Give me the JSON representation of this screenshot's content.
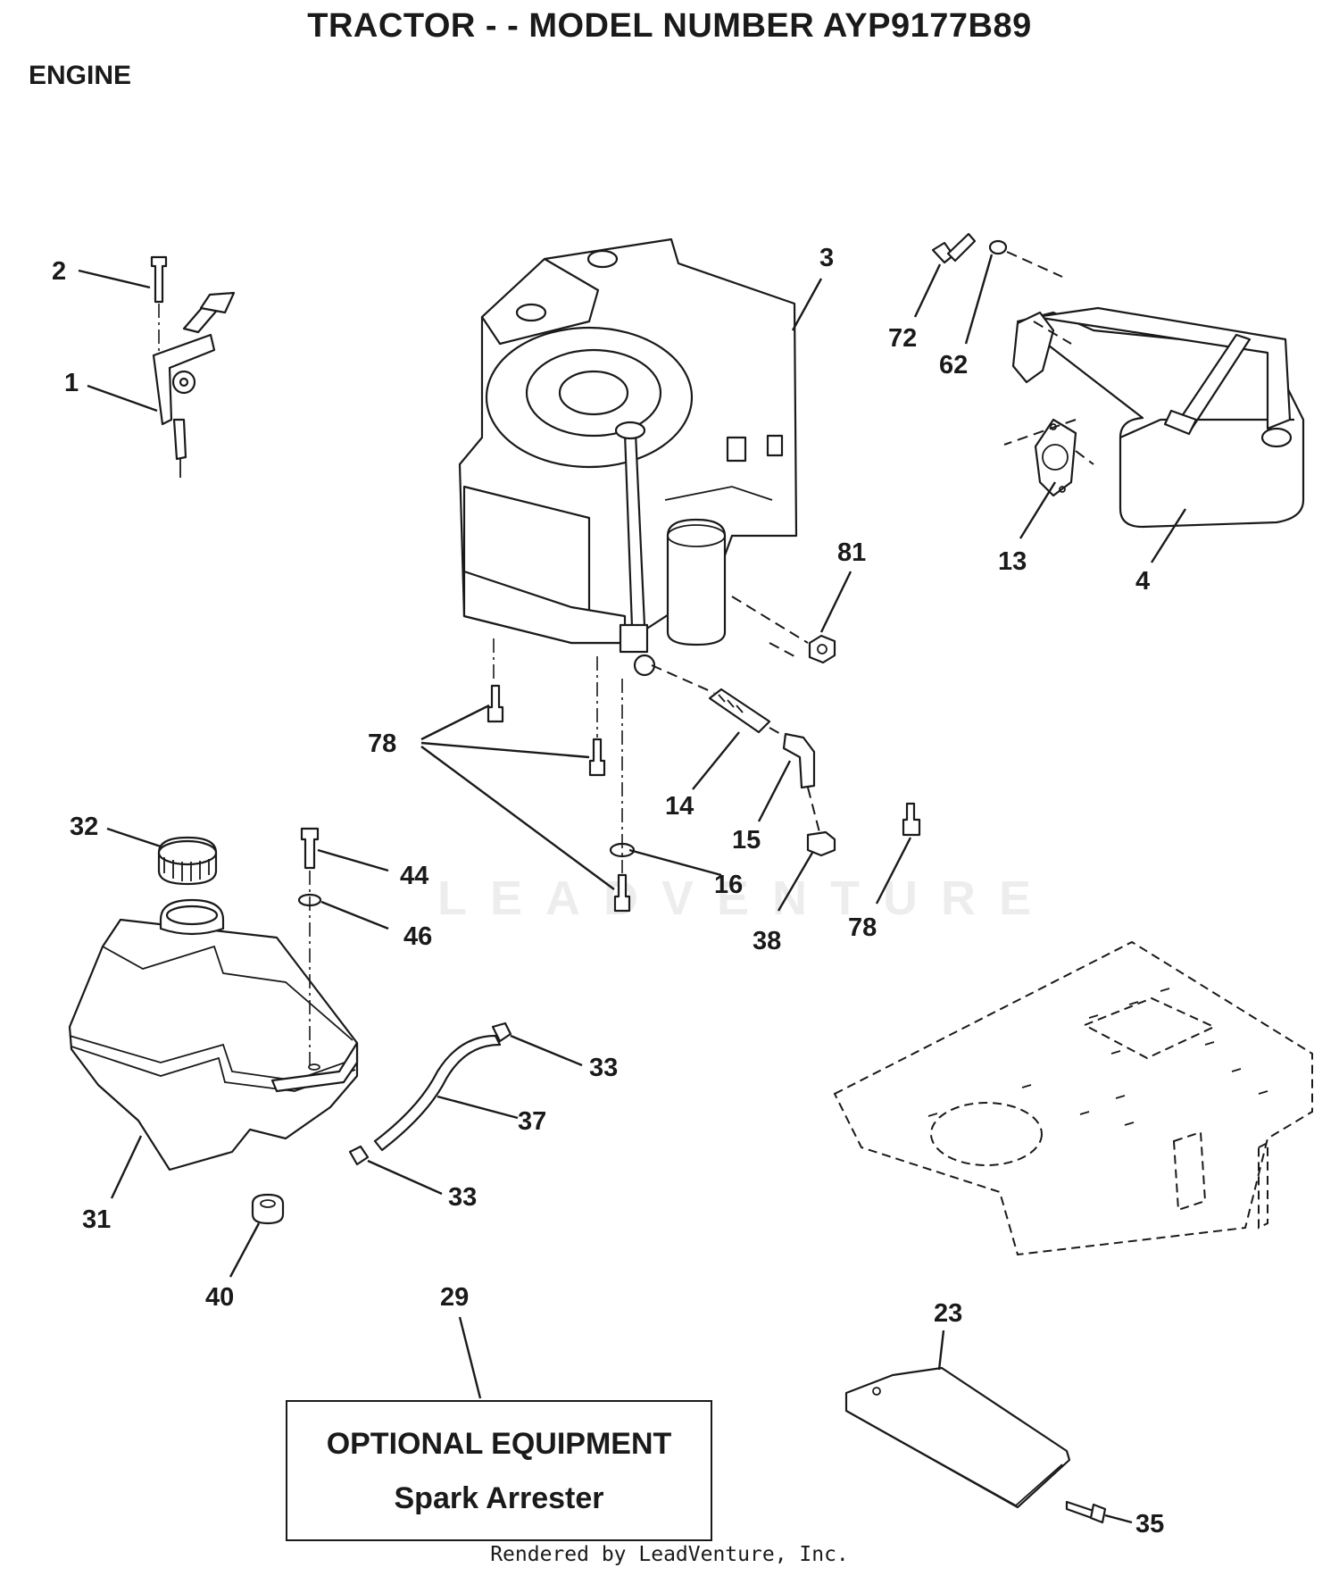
{
  "header": {
    "title": "TRACTOR - - MODEL NUMBER AYP9177B89",
    "section": "ENGINE"
  },
  "watermark": {
    "text": "LEADVENTURE"
  },
  "optional_box": {
    "heading": "OPTIONAL EQUIPMENT",
    "item": "Spark Arrester"
  },
  "footer": {
    "credit": "Rendered by LeadVenture, Inc."
  },
  "callouts": [
    {
      "id": "c1",
      "label": "1"
    },
    {
      "id": "c2",
      "label": "2"
    },
    {
      "id": "c3",
      "label": "3"
    },
    {
      "id": "c72",
      "label": "72"
    },
    {
      "id": "c62",
      "label": "62"
    },
    {
      "id": "c13",
      "label": "13"
    },
    {
      "id": "c4",
      "label": "4"
    },
    {
      "id": "c81",
      "label": "81"
    },
    {
      "id": "c78a",
      "label": "78"
    },
    {
      "id": "c14",
      "label": "14"
    },
    {
      "id": "c15",
      "label": "15"
    },
    {
      "id": "c16",
      "label": "16"
    },
    {
      "id": "c38",
      "label": "38"
    },
    {
      "id": "c78b",
      "label": "78"
    },
    {
      "id": "c32",
      "label": "32"
    },
    {
      "id": "c44",
      "label": "44"
    },
    {
      "id": "c46",
      "label": "46"
    },
    {
      "id": "c33a",
      "label": "33"
    },
    {
      "id": "c37",
      "label": "37"
    },
    {
      "id": "c33b",
      "label": "33"
    },
    {
      "id": "c31",
      "label": "31"
    },
    {
      "id": "c40",
      "label": "40"
    },
    {
      "id": "c29",
      "label": "29"
    },
    {
      "id": "c23",
      "label": "23"
    },
    {
      "id": "c35",
      "label": "35"
    }
  ]
}
